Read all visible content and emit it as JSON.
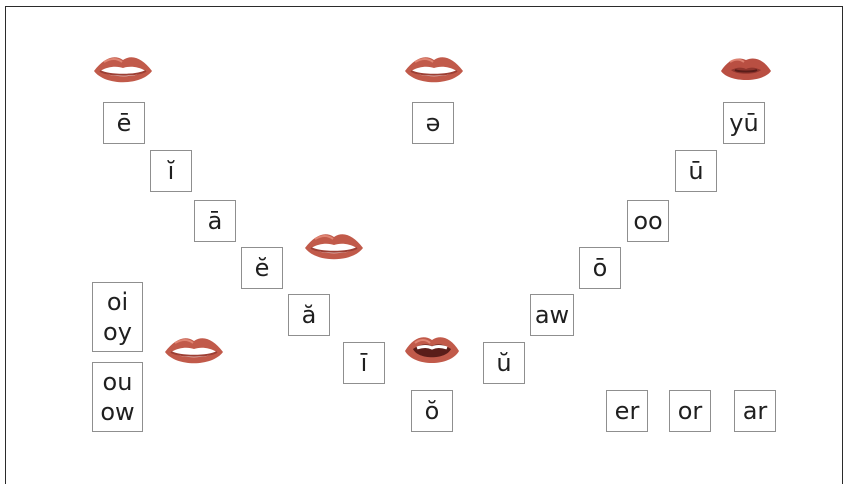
{
  "cards": {
    "e_long": "ē",
    "i_short": "ĭ",
    "a_long": "ā",
    "e_short": "ĕ",
    "a_short": "ă",
    "i_long": "ī",
    "o_short": "ŏ",
    "u_short": "ŭ",
    "aw": "aw",
    "o_long": "ō",
    "oo": "oo",
    "u_long": "ū",
    "yu_long": "yū",
    "schwa": "ə",
    "oi_oy_line1": "oi",
    "oi_oy_line2": "oy",
    "ou_ow_line1": "ou",
    "ou_ow_line2": "ow",
    "er": "er",
    "or": "or",
    "ar": "ar"
  },
  "colors": {
    "lip_main": "#c15a4a",
    "lip_dark": "#9d3f34",
    "lip_highlight": "#e38a78",
    "teeth": "#ffffff",
    "mouth_inside": "#5a1d19"
  },
  "icons": [
    "lips-smile-icon",
    "lips-open-icon",
    "lips-pucker-icon"
  ]
}
